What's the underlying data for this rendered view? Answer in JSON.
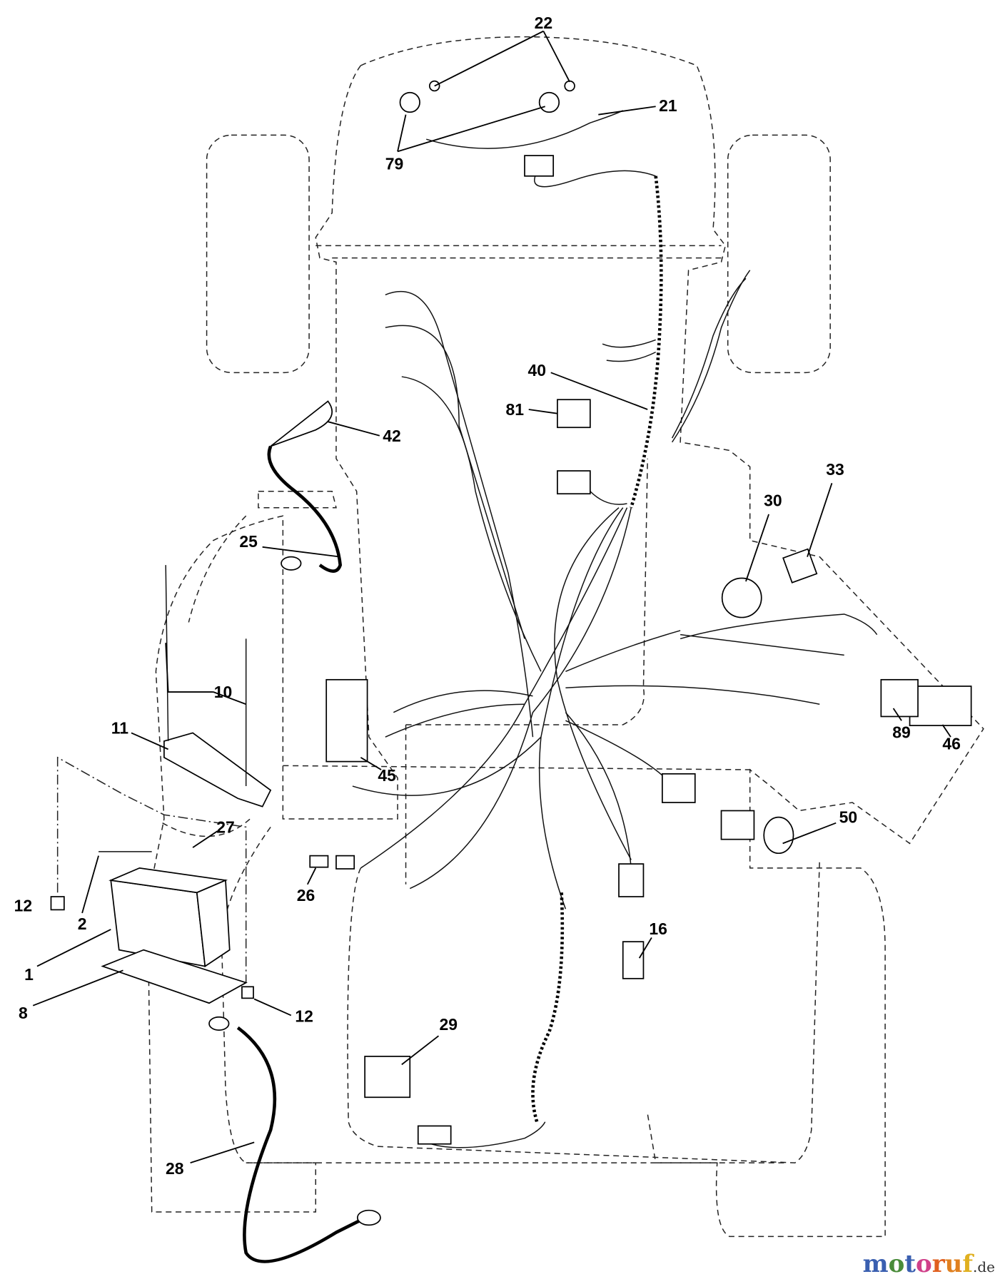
{
  "callouts": {
    "c22": "22",
    "c21": "21",
    "c79": "79",
    "c40": "40",
    "c81": "81",
    "c42": "42",
    "c33": "33",
    "c30": "30",
    "c25": "25",
    "c10": "10",
    "c11": "11",
    "c45": "45",
    "c89": "89",
    "c46": "46",
    "c50": "50",
    "c27": "27",
    "c12a": "12",
    "c2": "2",
    "c26": "26",
    "c16": "16",
    "c1": "1",
    "c8": "8",
    "c12b": "12",
    "c29": "29",
    "c28": "28"
  },
  "watermark": {
    "name": "motoruf",
    "suffix": ".de"
  }
}
